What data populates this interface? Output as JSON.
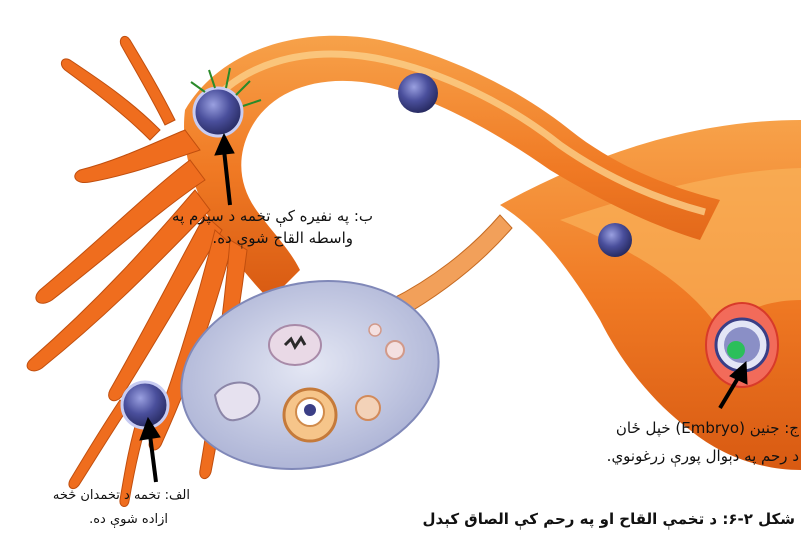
{
  "labels": {
    "b": {
      "line1": "ب: په نفیره کې تخمه د سپرم په",
      "line2": "واسطه القاح شوې ده."
    },
    "c": {
      "line1": "ج: جنین (Embryo) خپل ځان",
      "line2": "د رحم په دېوال پورې زرغونوي."
    },
    "a": {
      "line1": "الف: تخمه د تخمدان څخه",
      "line2": "ازاده شوې ده."
    }
  },
  "caption": "شکل ۲-۶: د تخمې القاح او په رحم کې الصاق کېدل",
  "colors": {
    "tube": "#f07a24",
    "tube_light": "#f9b25a",
    "ovary": "#c9cfe6",
    "egg": "#3c3f86",
    "embryo_ring": "#e23c3c",
    "arrow": "#000000"
  }
}
